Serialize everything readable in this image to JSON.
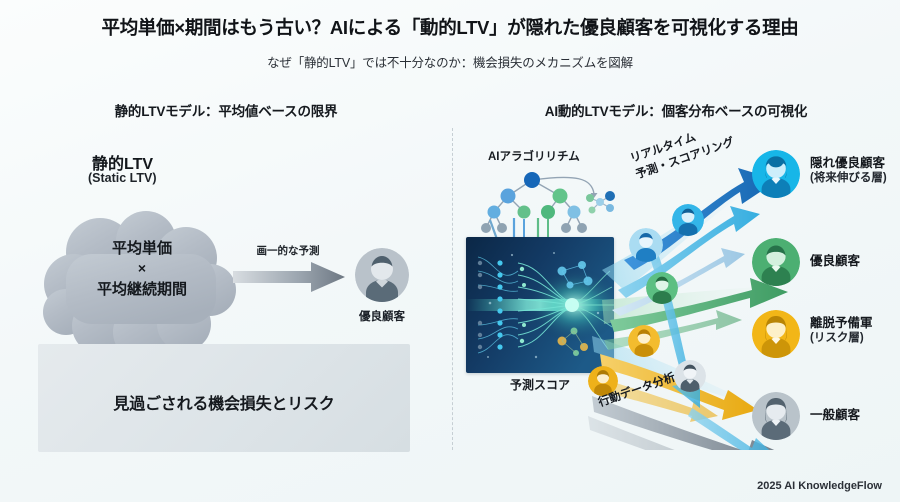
{
  "header": {
    "title": "平均単価×期間はもう古い？AIによる「動的LTV」が隠れた優良顧客を可視化する理由",
    "subtitle": "なぜ「静的LTV」では不十分なのか：機会損失のメカニズムを図解"
  },
  "left_panel": {
    "heading": "静的LTVモデル：平均値ベースの限界",
    "model_name": "静的LTV",
    "model_name_en": "(Static LTV)",
    "cloud": {
      "line1": "平均単価",
      "operator": "×",
      "line2": "平均継続期間"
    },
    "arrow_label": "画一的な予測",
    "result_avatar_label": "優良顧客",
    "banner_text": "見過ごされる機会損失とリスク"
  },
  "right_panel": {
    "heading": "AI動的LTVモデル：個客分布ベースの可視化",
    "algorithm_label": "AIアラゴリリチム",
    "score_label": "予測スコア",
    "scoring_label_line1": "リアルタイム",
    "scoring_label_line2": "予測・スコアリング",
    "behavior_label": "行動データ分析",
    "segments": [
      {
        "label": "隠れ優良顧客",
        "sub": "(将来伸びる層)",
        "color": "#17b6e8",
        "ring": "#0e9ed1"
      },
      {
        "label": "優良顧客",
        "sub": "",
        "color": "#4caf72",
        "ring": "#2e8f55"
      },
      {
        "label": "離脱予備軍",
        "sub": "(リスク層)",
        "color": "#f2b617",
        "ring": "#d39c08"
      },
      {
        "label": "一般顧客",
        "sub": "",
        "color": "#aab4bc",
        "ring": "#8e99a2"
      }
    ]
  },
  "footer": {
    "credit": "2025 AI KnowledgeFlow"
  },
  "theme": {
    "background": "#f2f7f8",
    "cloud_fill": "#b6bec7",
    "banner_fill": "#dde4e8",
    "nn_panel_dark": "#0f2d52",
    "accent_blue": "#1f7fd0",
    "accent_cyan": "#39b9e8",
    "accent_green": "#4fae6f",
    "accent_amber": "#efb41d",
    "accent_gray": "#9aa5ad"
  }
}
